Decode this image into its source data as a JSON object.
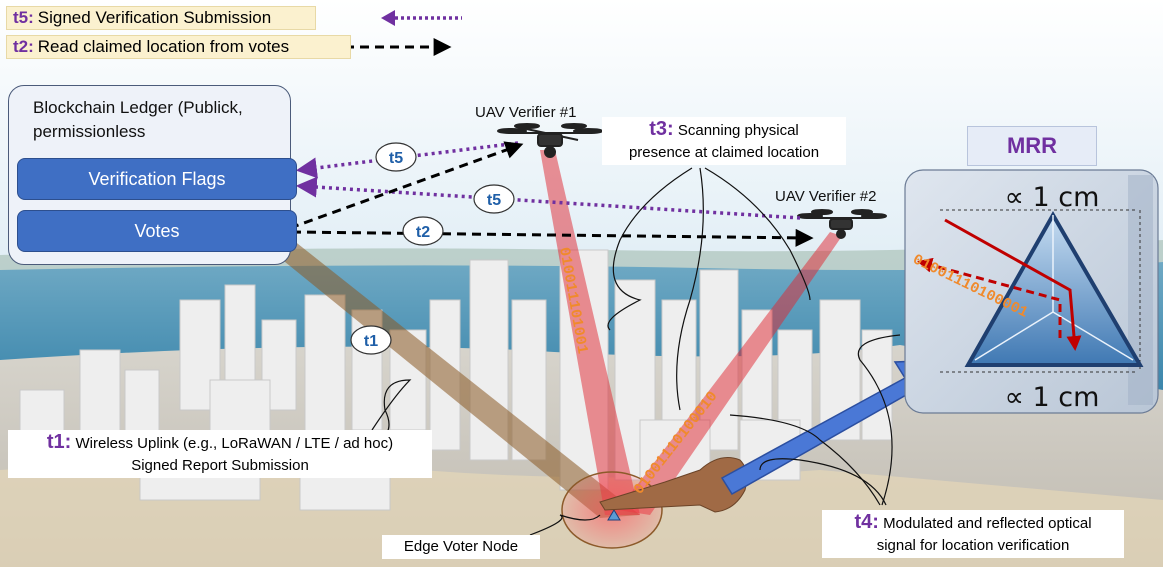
{
  "legend": {
    "t5": {
      "code": "t5:",
      "text": "Signed Verification Submission"
    },
    "t2": {
      "code": "t2:",
      "text": "Read claimed location from votes"
    }
  },
  "ledger": {
    "title": "Blockchain Ledger (Publick, permissionless",
    "flags_label": "Verification Flags",
    "votes_label": "Votes"
  },
  "uav": {
    "verifier1": "UAV Verifier #1",
    "verifier2": "UAV Verifier #2"
  },
  "badges": {
    "t1": "t1",
    "t2": "t2",
    "t5a": "t5",
    "t5b": "t5"
  },
  "t3": {
    "code": "t3:",
    "line1": "Scanning physical",
    "line2": "presence at claimed location"
  },
  "t1": {
    "code": "t1:",
    "line1": "Wireless Uplink (e.g., LoRaWAN / LTE / ad hoc)",
    "line2": "Signed Report Submission"
  },
  "t4": {
    "code": "t4:",
    "line1": "Modulated and reflected optical",
    "line2": "signal for location verification"
  },
  "node_label": "Edge Voter Node",
  "mrr": {
    "title": "MRR",
    "dim_top": "∝ 1 cm",
    "dim_bottom": "∝ 1 cm"
  },
  "bits": {
    "beam1": "010011101001",
    "beam2": "01001110100010",
    "mrr_bits": "01001110100001"
  },
  "colors": {
    "t5_arrow": "#7030a0",
    "t2_arrow": "#000000",
    "label_purple": "#7030a0",
    "ledger_button": "#3f6fc4",
    "beam_red": "#e0262f",
    "bits_orange": "#f08a2c",
    "badge_blue": "#1f5fa8"
  }
}
